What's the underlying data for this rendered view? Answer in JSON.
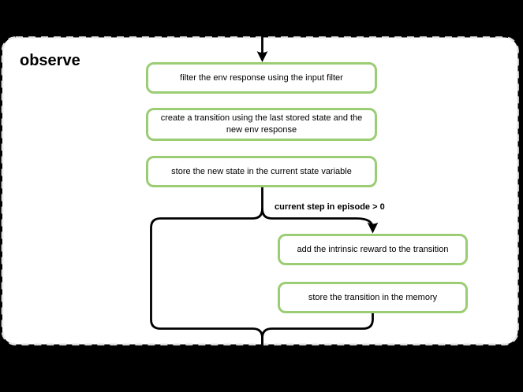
{
  "container": {
    "title": "observe",
    "fill": "#ffffff",
    "border_color": "#e6e6e6",
    "border_style": "dashed"
  },
  "flow": {
    "steps": [
      {
        "id": "filter-env-response",
        "label": "filter the env response using the input filter"
      },
      {
        "id": "create-transition",
        "label": "create a transition using the last stored state and the\nnew env response"
      },
      {
        "id": "store-new-state",
        "label": "store the new state in the current state variable"
      },
      {
        "id": "add-intrinsic-reward",
        "label": "add the intrinsic reward to the transition"
      },
      {
        "id": "store-transition",
        "label": "store the transition in the memory"
      }
    ],
    "branch_condition": "current step in episode > 0"
  },
  "colors": {
    "page_background": "#000000",
    "node_border": "#9bcd74",
    "node_fill": "#ffffff",
    "connector": "#000000",
    "container_border": "#e6e6e6",
    "text": "#000000"
  }
}
